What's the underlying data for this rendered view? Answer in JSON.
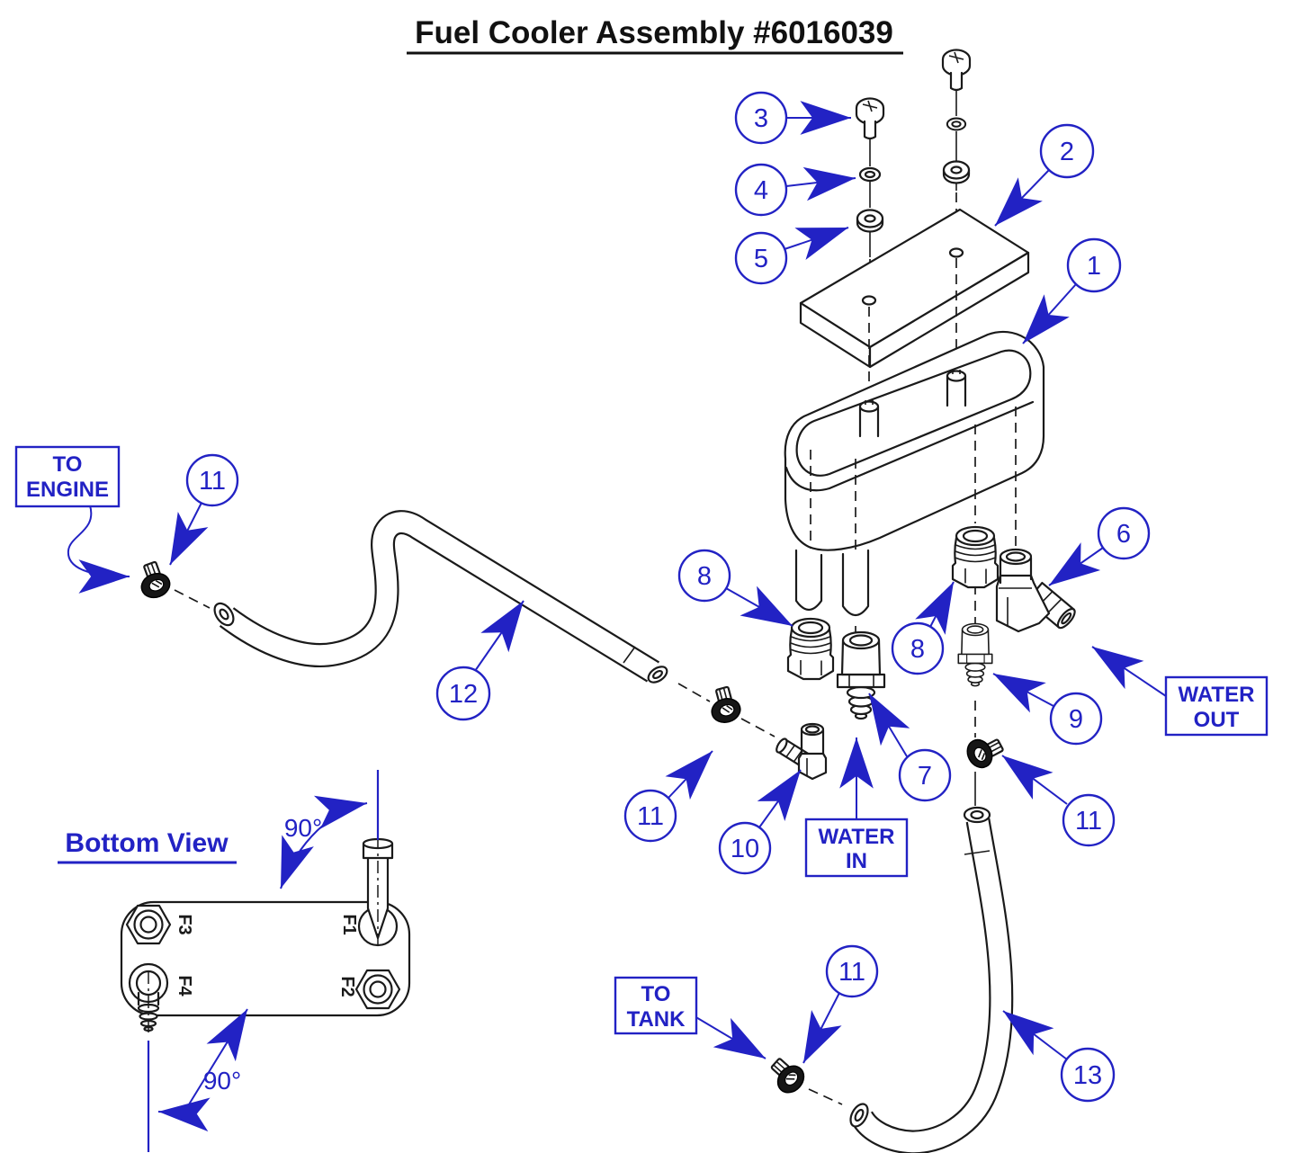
{
  "title": "Fuel Cooler Assembly #6016039",
  "labels": {
    "to_engine": {
      "line1": "TO",
      "line2": "ENGINE"
    },
    "water_out": {
      "line1": "WATER",
      "line2": "OUT"
    },
    "water_in": {
      "line1": "WATER",
      "line2": "IN"
    },
    "to_tank": {
      "line1": "TO",
      "line2": "TANK"
    }
  },
  "callouts": {
    "n1": "1",
    "n2": "2",
    "n3": "3",
    "n4": "4",
    "n5": "5",
    "n6": "6",
    "n7": "7",
    "n8a": "8",
    "n8b": "8",
    "n9": "9",
    "n10": "10",
    "n11a": "11",
    "n11b": "11",
    "n11c": "11",
    "n11d": "11",
    "n12": "12",
    "n13": "13"
  },
  "bottom_view": {
    "title": "Bottom View",
    "angle_top": "90°",
    "angle_bottom": "90°",
    "ports": {
      "f1": "F1",
      "f2": "F2",
      "f3": "F3",
      "f4": "F4"
    }
  },
  "colors": {
    "annotation_blue": "#2222c4",
    "linework_black": "#1a1a1a",
    "background": "#ffffff"
  }
}
